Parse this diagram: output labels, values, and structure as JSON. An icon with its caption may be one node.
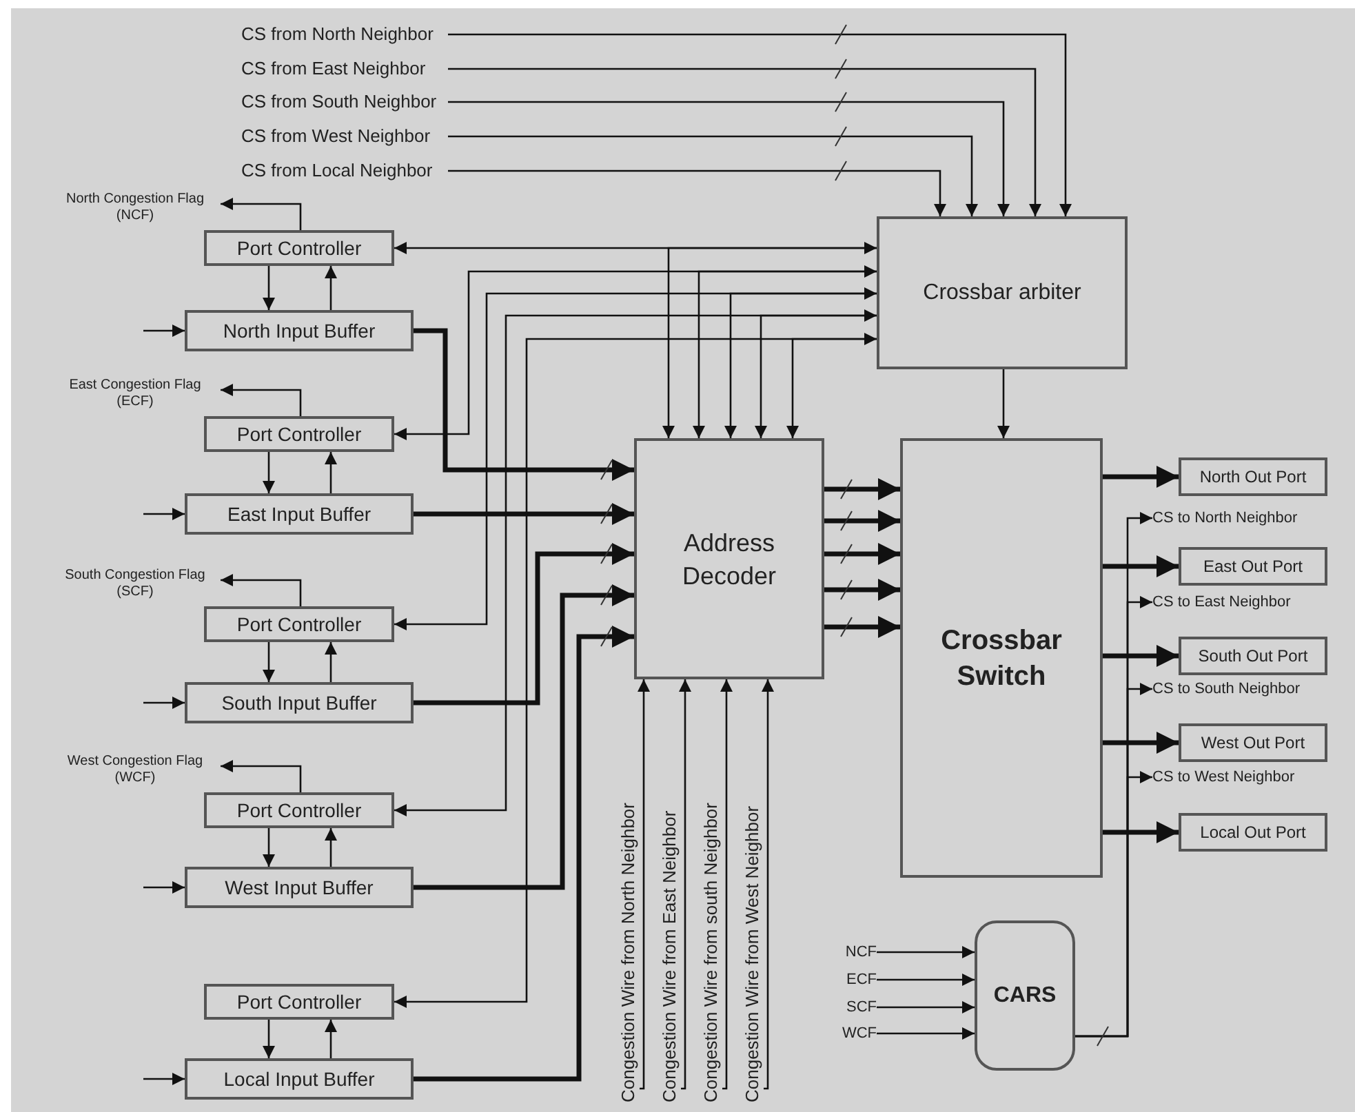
{
  "diagram": {
    "nodes": [
      {
        "text": [
          "CS from North Neighbor"
        ]
      },
      {
        "text": [
          "CS from East Neighbor"
        ]
      },
      {
        "text": [
          "CS from South Neighbor"
        ]
      },
      {
        "text": [
          "CS from West Neighbor"
        ]
      },
      {
        "text": [
          "CS from Local Neighbor"
        ]
      },
      {
        "text": [
          "North Congestion Flag (NCF)"
        ]
      },
      {
        "text": [
          "Port Controller"
        ]
      },
      {
        "text": [
          "North Input Buffer"
        ]
      },
      {
        "text": [
          "East Congestion Flag (ECF)"
        ]
      },
      {
        "text": [
          "Port Controller"
        ]
      },
      {
        "text": [
          "East Input Buffer"
        ]
      },
      {
        "text": [
          "South Congestion Flag (SCF)"
        ]
      },
      {
        "text": [
          "Port Controller"
        ]
      },
      {
        "text": [
          "South Input Buffer"
        ]
      },
      {
        "text": [
          "West Congestion Flag (WCF)"
        ]
      },
      {
        "text": [
          "Port Controller"
        ]
      },
      {
        "text": [
          "West Input Buffer"
        ]
      },
      {
        "text": [
          "Port Controller"
        ]
      },
      {
        "text": [
          "Local Input Buffer"
        ]
      },
      {
        "text": [
          "Crossbar arbiter"
        ]
      },
      {
        "text": [
          "Address Decoder"
        ]
      },
      {
        "text": [
          "Crossbar Switch"
        ]
      },
      {
        "text": [
          "Congestion Wire from North Neighbor"
        ]
      },
      {
        "text": [
          "Congestion Wire from East Neighbor"
        ]
      },
      {
        "text": [
          "Congestion Wire from south Neighbor"
        ]
      },
      {
        "text": [
          "Congestion Wire from West Neighbor"
        ]
      },
      {
        "text": [
          "North Out Port"
        ]
      },
      {
        "text": [
          "CS to North Neighbor"
        ]
      },
      {
        "text": [
          "East Out Port"
        ]
      },
      {
        "text": [
          "CS to East Neighbor"
        ]
      },
      {
        "text": [
          "South Out Port"
        ]
      },
      {
        "text": [
          "CS to South Neighbor"
        ]
      },
      {
        "text": [
          "West Out Port"
        ]
      },
      {
        "text": [
          "CS to West Neighbor"
        ]
      },
      {
        "text": [
          "Local Out Port"
        ]
      },
      {
        "text": [
          "CARS"
        ]
      },
      {
        "text": [
          "NCF"
        ]
      },
      {
        "text": [
          "ECF"
        ]
      },
      {
        "text": [
          "SCF"
        ]
      },
      {
        "text": [
          "WCF"
        ]
      }
    ],
    "edges": [
      {
        "from": 0,
        "to": 19,
        "arrow": "to"
      },
      {
        "from": 1,
        "to": 19,
        "arrow": "to"
      },
      {
        "from": 2,
        "to": 19,
        "arrow": "to"
      },
      {
        "from": 3,
        "to": 19,
        "arrow": "to"
      },
      {
        "from": 4,
        "to": 19,
        "arrow": "to"
      },
      {
        "from": 6,
        "to": 5,
        "arrow": "to"
      },
      {
        "from": 6,
        "to": 7,
        "arrow": "to"
      },
      {
        "from": 7,
        "to": 6,
        "arrow": "to"
      },
      {
        "from": null,
        "to": 7,
        "arrow": "to"
      },
      {
        "from": 9,
        "to": 8,
        "arrow": "to"
      },
      {
        "from": 9,
        "to": 10,
        "arrow": "to"
      },
      {
        "from": 10,
        "to": 9,
        "arrow": "to"
      },
      {
        "from": null,
        "to": 10,
        "arrow": "to"
      },
      {
        "from": 12,
        "to": 11,
        "arrow": "to"
      },
      {
        "from": 12,
        "to": 13,
        "arrow": "to"
      },
      {
        "from": 13,
        "to": 12,
        "arrow": "to"
      },
      {
        "from": null,
        "to": 13,
        "arrow": "to"
      },
      {
        "from": 15,
        "to": 14,
        "arrow": "to"
      },
      {
        "from": 15,
        "to": 16,
        "arrow": "to"
      },
      {
        "from": 16,
        "to": 15,
        "arrow": "to"
      },
      {
        "from": null,
        "to": 16,
        "arrow": "to"
      },
      {
        "from": 17,
        "to": 18,
        "arrow": "to"
      },
      {
        "from": 18,
        "to": 17,
        "arrow": "to"
      },
      {
        "from": null,
        "to": 18,
        "arrow": "to"
      },
      {
        "from": 7,
        "to": 20,
        "arrow": "to",
        "style": "thick"
      },
      {
        "from": 10,
        "to": 20,
        "arrow": "to",
        "style": "thick"
      },
      {
        "from": 13,
        "to": 20,
        "arrow": "to",
        "style": "thick"
      },
      {
        "from": 16,
        "to": 20,
        "arrow": "to",
        "style": "thick"
      },
      {
        "from": 18,
        "to": 20,
        "arrow": "to",
        "style": "thick"
      },
      {
        "from": 6,
        "to": 19,
        "arrow": "both"
      },
      {
        "from": 9,
        "to": 19,
        "arrow": "both"
      },
      {
        "from": 12,
        "to": 19,
        "arrow": "both"
      },
      {
        "from": 15,
        "to": 19,
        "arrow": "both"
      },
      {
        "from": 17,
        "to": 19,
        "arrow": "both"
      },
      {
        "from": 19,
        "to": 20,
        "arrow": "to"
      },
      {
        "from": 19,
        "to": 20,
        "arrow": "to"
      },
      {
        "from": 19,
        "to": 20,
        "arrow": "to"
      },
      {
        "from": 19,
        "to": 20,
        "arrow": "to"
      },
      {
        "from": 19,
        "to": 20,
        "arrow": "to"
      },
      {
        "from": 20,
        "to": 21,
        "arrow": "to",
        "style": "thick"
      },
      {
        "from": 20,
        "to": 21,
        "arrow": "to",
        "style": "thick"
      },
      {
        "from": 20,
        "to": 21,
        "arrow": "to",
        "style": "thick"
      },
      {
        "from": 20,
        "to": 21,
        "arrow": "to",
        "style": "thick"
      },
      {
        "from": 20,
        "to": 21,
        "arrow": "to",
        "style": "thick"
      },
      {
        "from": 19,
        "to": 21,
        "arrow": "to"
      },
      {
        "from": 21,
        "to": 26,
        "arrow": "to",
        "style": "thick"
      },
      {
        "from": 21,
        "to": 28,
        "arrow": "to",
        "style": "thick"
      },
      {
        "from": 21,
        "to": 30,
        "arrow": "to",
        "style": "thick"
      },
      {
        "from": 21,
        "to": 32,
        "arrow": "to",
        "style": "thick"
      },
      {
        "from": 21,
        "to": 34,
        "arrow": "to",
        "style": "thick"
      },
      {
        "from": 35,
        "to": 27,
        "arrow": "to"
      },
      {
        "from": 35,
        "to": 29,
        "arrow": "to"
      },
      {
        "from": 35,
        "to": 31,
        "arrow": "to"
      },
      {
        "from": 35,
        "to": 33,
        "arrow": "to"
      },
      {
        "from": 36,
        "to": 35,
        "arrow": "to"
      },
      {
        "from": 37,
        "to": 35,
        "arrow": "to"
      },
      {
        "from": 38,
        "to": 35,
        "arrow": "to"
      },
      {
        "from": 39,
        "to": 35,
        "arrow": "to"
      },
      {
        "from": 22,
        "to": 20,
        "arrow": "to"
      },
      {
        "from": 23,
        "to": 20,
        "arrow": "to"
      },
      {
        "from": 24,
        "to": 20,
        "arrow": "to"
      },
      {
        "from": 25,
        "to": 20,
        "arrow": "to"
      }
    ]
  }
}
